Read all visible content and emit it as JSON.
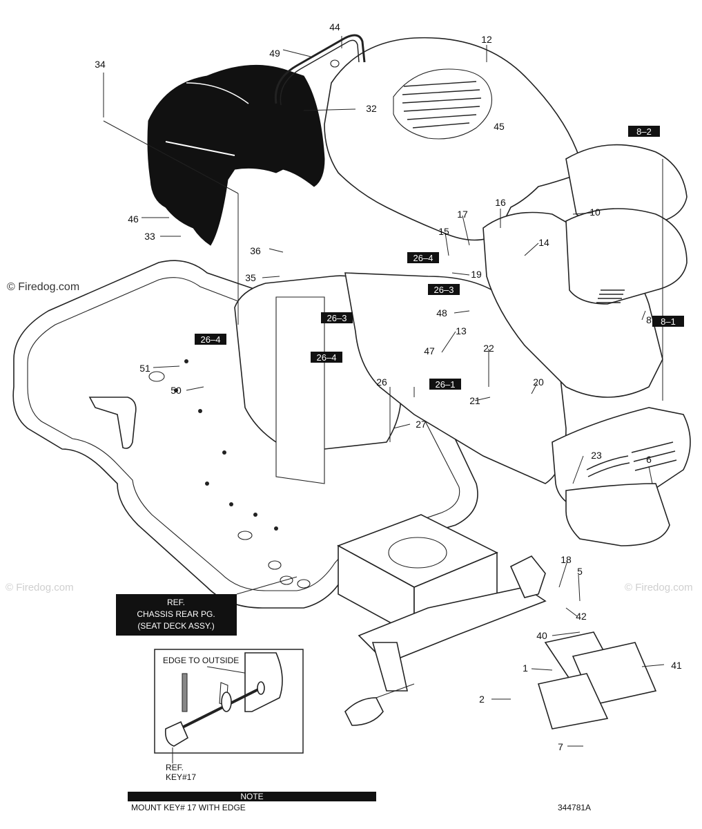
{
  "watermarks": {
    "main": "© Firedog.com",
    "faint": "© Firedog.com"
  },
  "callouts": [
    "44",
    "12",
    "49",
    "34",
    "32",
    "45",
    "46",
    "33",
    "36",
    "35",
    "16",
    "17",
    "15",
    "10",
    "14",
    "19",
    "48",
    "13",
    "47",
    "22",
    "20",
    "21",
    "26",
    "27",
    "51",
    "50",
    "23",
    "6",
    "18",
    "5",
    "42",
    "40",
    "1",
    "2",
    "41",
    "7",
    "8"
  ],
  "tags": [
    "8–2",
    "8–1",
    "26–4",
    "26–3",
    "26–4",
    "26–3",
    "26–4",
    "26–1"
  ],
  "reference_box": {
    "line1": "REF.",
    "line2": "CHASSIS REAR PG.",
    "line3": "(SEAT DECK ASSY.)"
  },
  "detail_inset": {
    "label": "EDGE TO OUTSIDE",
    "ref1": "REF.",
    "ref2": "KEY#17"
  },
  "note": {
    "title": "NOTE",
    "text": "MOUNT KEY# 17 WITH EDGE"
  },
  "part_number": "344781A"
}
